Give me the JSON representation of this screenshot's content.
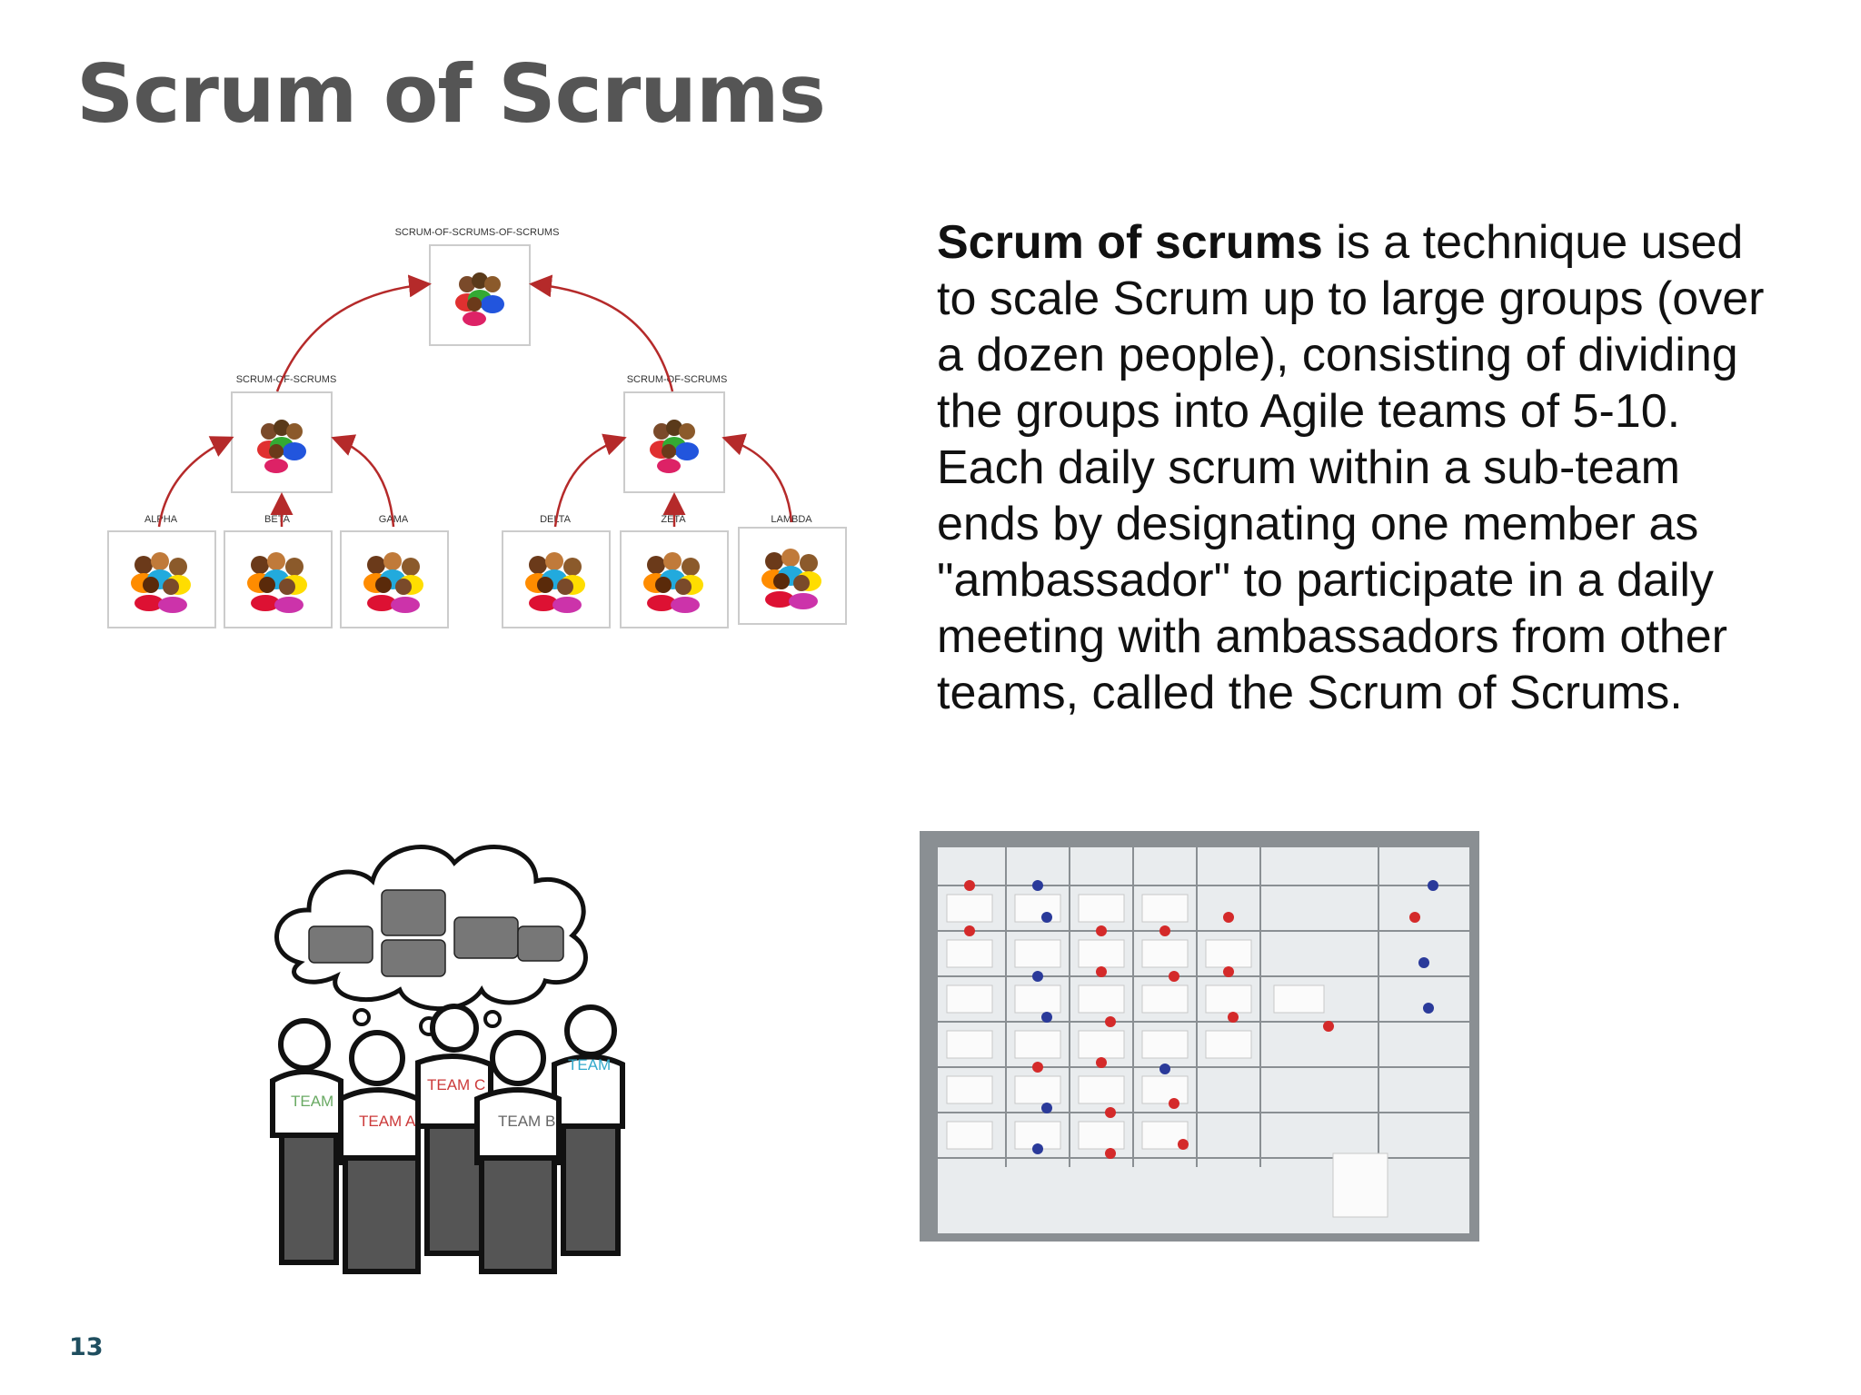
{
  "slide": {
    "title": "Scrum of Scrums",
    "page_number": "13",
    "body": {
      "term": "Scrum of scrums",
      "text": " is a technique used to scale Scrum up to large groups (over a dozen people), consisting of dividing the groups into Agile teams of 5-10. Each daily scrum within a sub-team ends by designating one member as \"ambassador\" to participate in a daily meeting with ambassadors from other teams, called the Scrum of Scrums."
    }
  },
  "hierarchy_diagram": {
    "top_label": "SCRUM-OF-SCRUMS-OF-SCRUMS",
    "mid_labels": [
      "SCRUM-OF-SCRUMS",
      "SCRUM-OF-SCRUMS"
    ],
    "team_labels": [
      "ALPHA",
      "BETA",
      "GAMA",
      "DELTA",
      "ZETA",
      "LAMBDA"
    ]
  },
  "team_illustration": {
    "shirt_labels": [
      "TEAM",
      "TEAM A",
      "TEAM C",
      "TEAM B",
      "TEAM"
    ]
  },
  "colors": {
    "title": "#555555",
    "page_number": "#1f4e5f",
    "arrow": "#b52a2a"
  }
}
